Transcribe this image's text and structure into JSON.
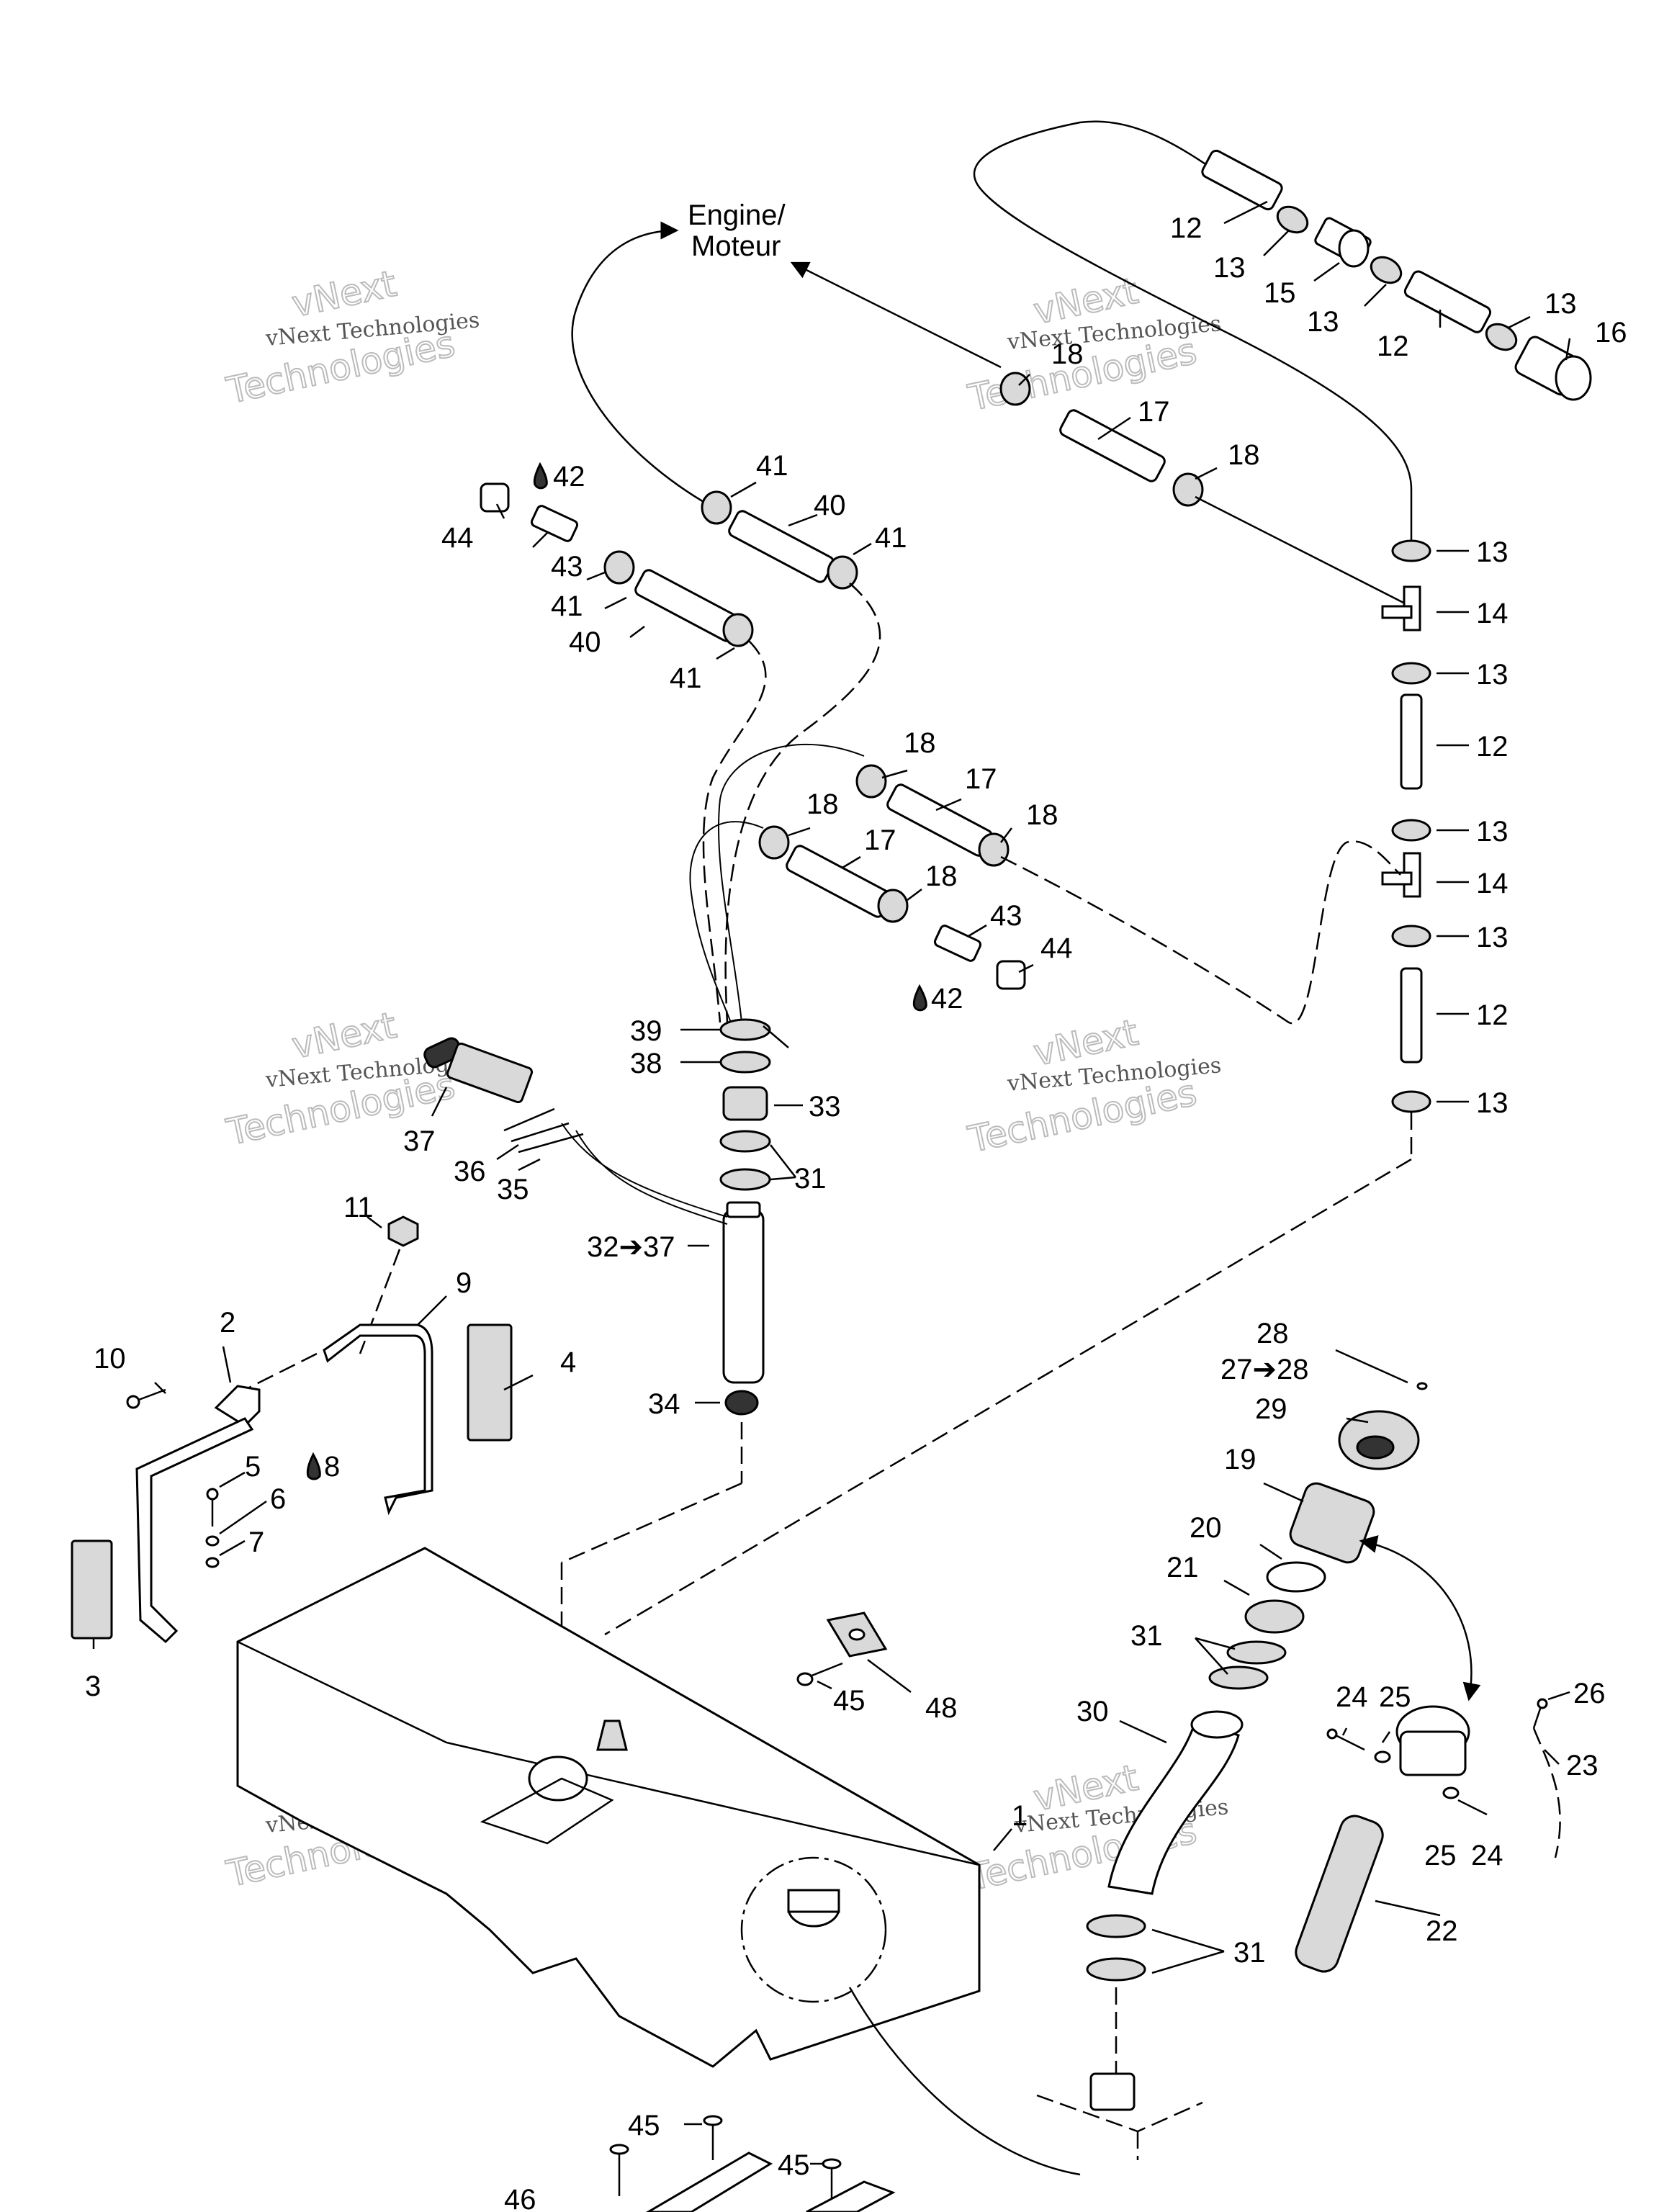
{
  "engine_label": {
    "line1": "Engine/",
    "line2": "Moteur"
  },
  "watermark": {
    "line1": "vNext",
    "line2": "vNext Technologies",
    "line3": "Technologies"
  },
  "labels": {
    "p1": "1",
    "p2": "2",
    "p3": "3",
    "p4": "4",
    "p5": "5",
    "p6": "6",
    "p7": "7",
    "p8": "8",
    "p9": "9",
    "p10": "10",
    "p11": "11",
    "p12a": "12",
    "p12b": "12",
    "p12c": "12",
    "p12d": "12",
    "p13a": "13",
    "p13b": "13",
    "p13c": "13",
    "p13d": "13",
    "p13e": "13",
    "p13f": "13",
    "p13g": "13",
    "p13h": "13",
    "p14a": "14",
    "p14b": "14",
    "p15": "15",
    "p16": "16",
    "p17a": "17",
    "p17b": "17",
    "p17c": "17",
    "p18a": "18",
    "p18b": "18",
    "p18c": "18",
    "p18d": "18",
    "p18e": "18",
    "p18f": "18",
    "p19": "19",
    "p20": "20",
    "p21": "21",
    "p22": "22",
    "p23": "23",
    "p24a": "24",
    "p24b": "24",
    "p25a": "25",
    "p25b": "25",
    "p26": "26",
    "p27": "27➔28",
    "p28": "28",
    "p29": "29",
    "p30": "30",
    "p31a": "31",
    "p31b": "31",
    "p31c": "31",
    "p32": "32➔37",
    "p33": "33",
    "p34": "34",
    "p35": "35",
    "p36": "36",
    "p37": "37",
    "p38": "38",
    "p39": "39",
    "p40a": "40",
    "p40b": "40",
    "p41a": "41",
    "p41b": "41",
    "p41c": "41",
    "p41d": "41",
    "p42a": "42",
    "p42b": "42",
    "p43a": "43",
    "p43b": "43",
    "p44a": "44",
    "p44b": "44",
    "p45a": "45",
    "p45b": "45",
    "p45c": "45",
    "p46": "46",
    "p48": "48"
  }
}
